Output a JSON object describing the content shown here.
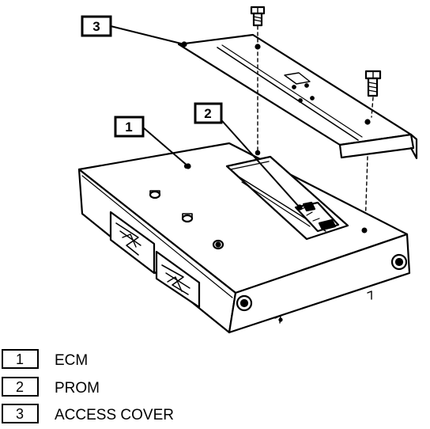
{
  "callouts": {
    "ecm": "1",
    "prom": "2",
    "access_cover": "3"
  },
  "legend": [
    {
      "number": "1",
      "text": "ECM"
    },
    {
      "number": "2",
      "text": "PROM"
    },
    {
      "number": "3",
      "text": "ACCESS COVER"
    }
  ]
}
